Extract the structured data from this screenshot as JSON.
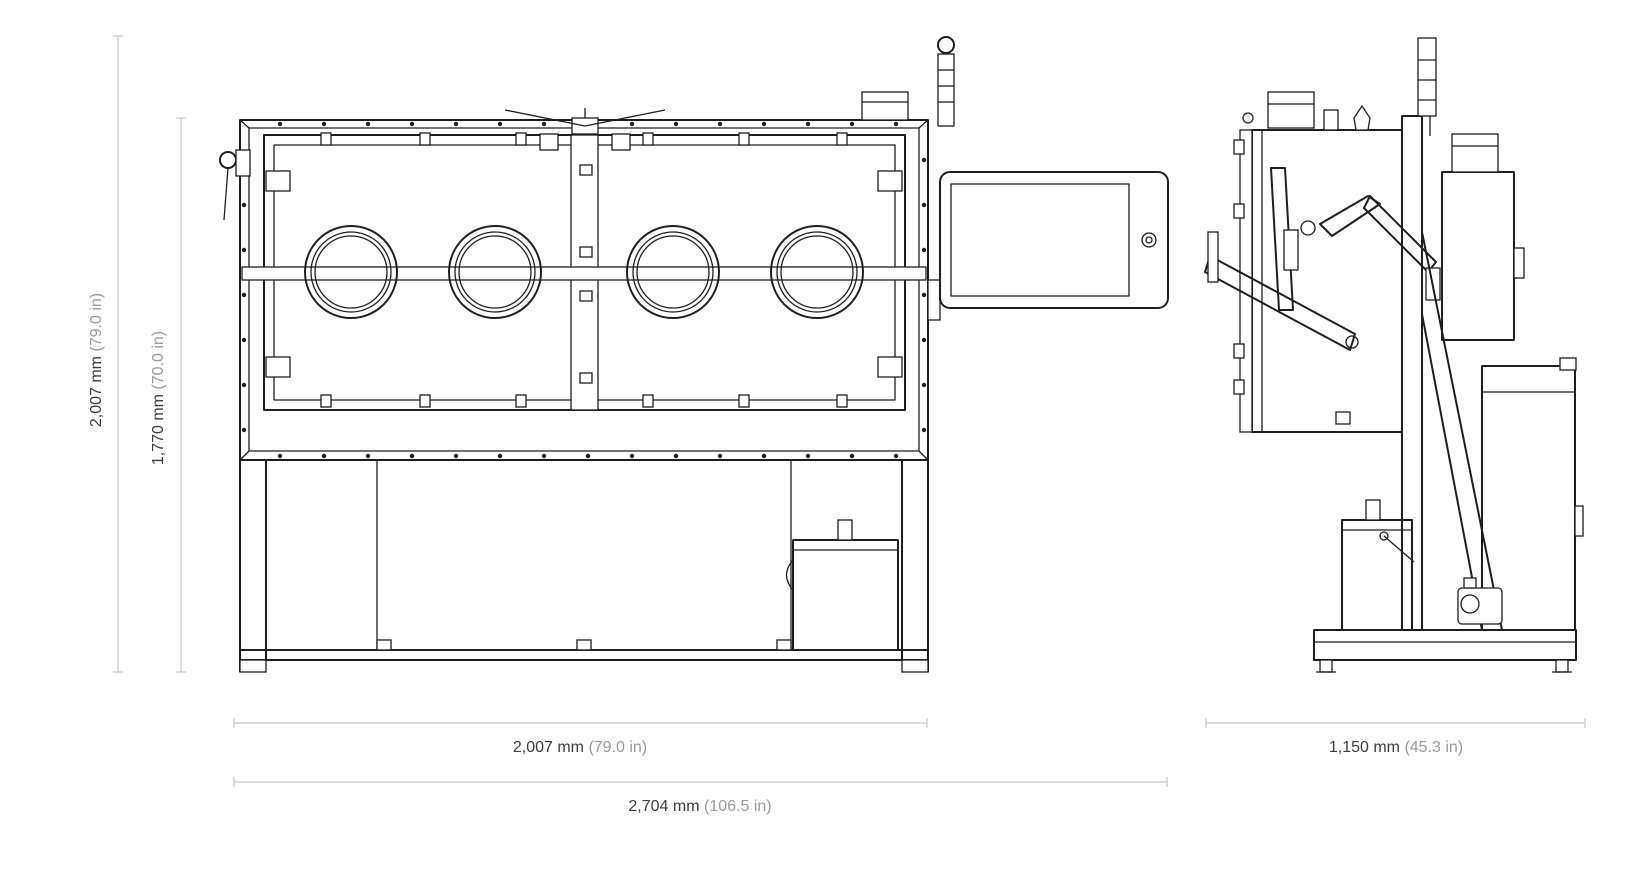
{
  "dimensions": {
    "total_height": {
      "mm": "2,007 mm",
      "in": "(79.0 in)"
    },
    "chamber_height": {
      "mm": "1,770 mm",
      "in": "(70.0 in)"
    },
    "front_width": {
      "mm": "2,007 mm",
      "in": "(79.0 in)"
    },
    "overall_width": {
      "mm": "2,704 mm",
      "in": "(106.5 in)"
    },
    "side_depth": {
      "mm": "1,150 mm",
      "in": "(45.3 in)"
    }
  },
  "colors": {
    "line": "#1e1e1e",
    "dimension_line": "#bdbdbd",
    "dimension_text": "#3b3b3b",
    "dimension_subtext": "#9a9a9a"
  }
}
